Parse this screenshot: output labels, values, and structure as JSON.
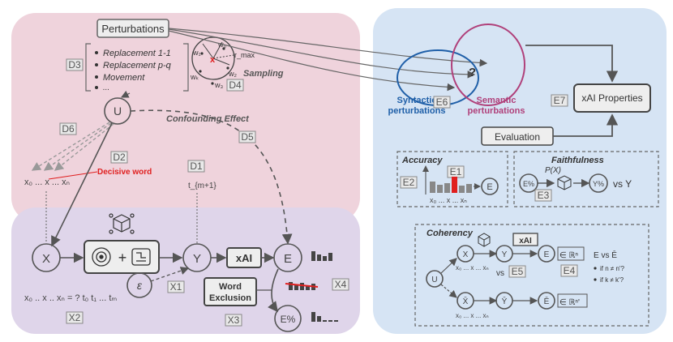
{
  "panels": {
    "sampling": {
      "perturbations": "Perturbations",
      "list": [
        "Replacement 1-1",
        "Replacement p-q",
        "Movement",
        "..."
      ],
      "sampling_label": "Sampling",
      "clock": {
        "w0": "w₀",
        "w1": "w₁",
        "w2": "w₂",
        "w3": "w₃",
        "wk": "wₖ",
        "rmax": "r_max"
      },
      "u": "U",
      "confounding": "Confounding Effect",
      "decisive": "Decisive word",
      "tokens": "x₀ ... x ... xₙ",
      "tm1": "t_{m+1}",
      "tags": {
        "d1": "D1",
        "d2": "D2",
        "d3": "D3",
        "d4": "D4",
        "d5": "D5",
        "d6": "D6"
      }
    },
    "model": {
      "x": "X",
      "y": "Y",
      "e": "E",
      "eps": "ε",
      "xai": "xAI",
      "epct": "E%",
      "word_exclusion_1": "Word",
      "word_exclusion_2": "Exclusion",
      "seq": "x₀ .. x .. xₙ = ? t₀ t₁ ... tₘ",
      "tags": {
        "x1": "X1",
        "x2": "X2",
        "x3": "X3",
        "x4": "X4"
      }
    },
    "eval": {
      "syntactic_1": "Syntactic",
      "syntactic_2": "perturbations",
      "semantic_1": "Semantic",
      "semantic_2": "perturbations",
      "question": "?",
      "xai_properties": "xAI Properties",
      "evaluation": "Evaluation",
      "accuracy": "Accuracy",
      "faithfulness": "Faithfulness",
      "px": "P(X)",
      "vs_y": "vs Y",
      "coherency": "Coherency",
      "vs": "vs",
      "e_vs_ebar": "E vs Ē",
      "if_n": "if n ≠ n'?",
      "if_k": "if k ≠ k'?",
      "tags": {
        "e1": "E1",
        "e2": "E2",
        "e3": "E3",
        "e4": "E4",
        "e5": "E5",
        "e6": "E6",
        "e7": "E7"
      }
    }
  },
  "colors": {
    "pink_panel": "#efd3dc",
    "purple_panel": "#dfd5ea",
    "blue_panel": "#d6e4f4",
    "syntactic": "#1f5fa8",
    "semantic": "#b0407a",
    "red": "#e01f1f"
  }
}
